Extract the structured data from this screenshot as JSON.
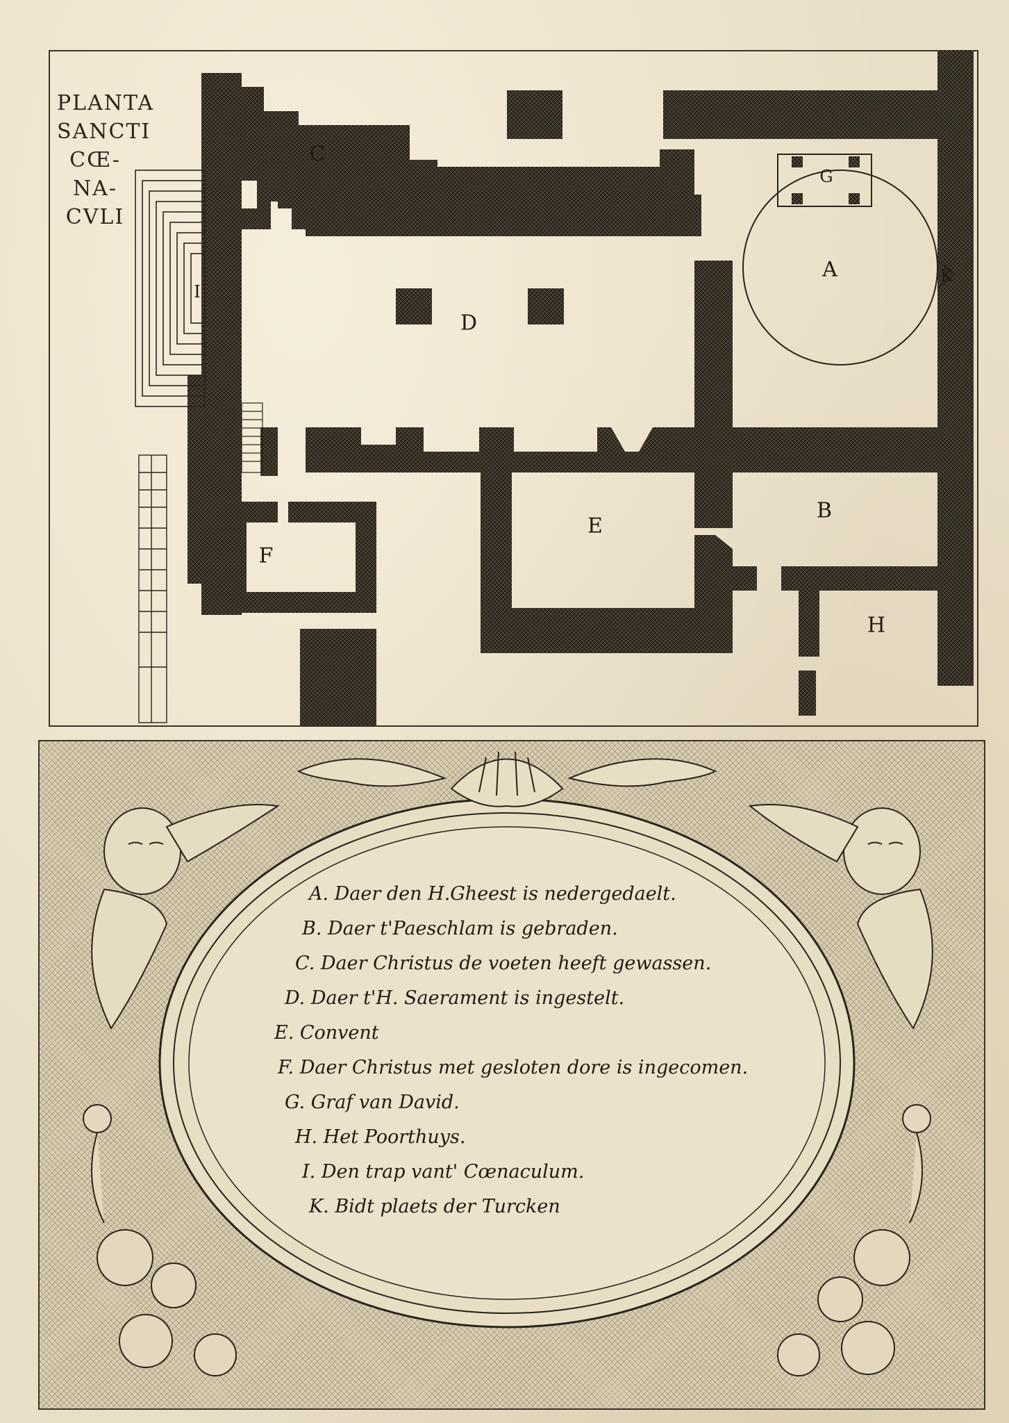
{
  "plan": {
    "title_lines": [
      "PLANTA",
      "SANCTI",
      "CŒ-",
      "NA-",
      "CVLI"
    ],
    "room_labels": [
      "A",
      "B",
      "C",
      "D",
      "E",
      "F",
      "G",
      "H",
      "I",
      "K"
    ]
  },
  "legend": {
    "items": [
      "A. Daer den H.Gheest is nedergedaelt.",
      "B. Daer t'Paeschlam is gebraden.",
      "C. Daer Christus de voeten heeft gewassen.",
      "D. Daer t'H. Saerament is ingestelt.",
      "E. Convent",
      "F. Daer Christus met gesloten dore is ingecomen.",
      "G. Graf van David.",
      "H. Het Poorthuys.",
      "I. Den trap vant' Cœnaculum.",
      "K. Bidt plaets der Turcken"
    ]
  },
  "colors": {
    "paper": "#e9dfc7",
    "ink": "#2a241b",
    "hatch": "#3a3327"
  }
}
